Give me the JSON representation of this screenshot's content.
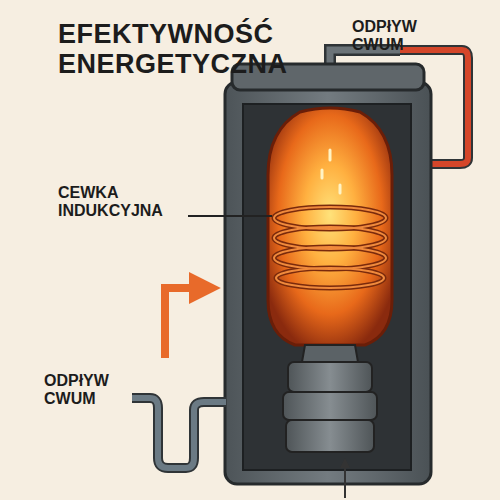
{
  "diagram": {
    "title": "EFEKTYWNOŚĆ ENERGETYCZNA",
    "labels": [
      "ODPłYW CWUM",
      "CEWKA INDUKCYJNA",
      "ODPłYW CWUM"
    ]
  }
}
